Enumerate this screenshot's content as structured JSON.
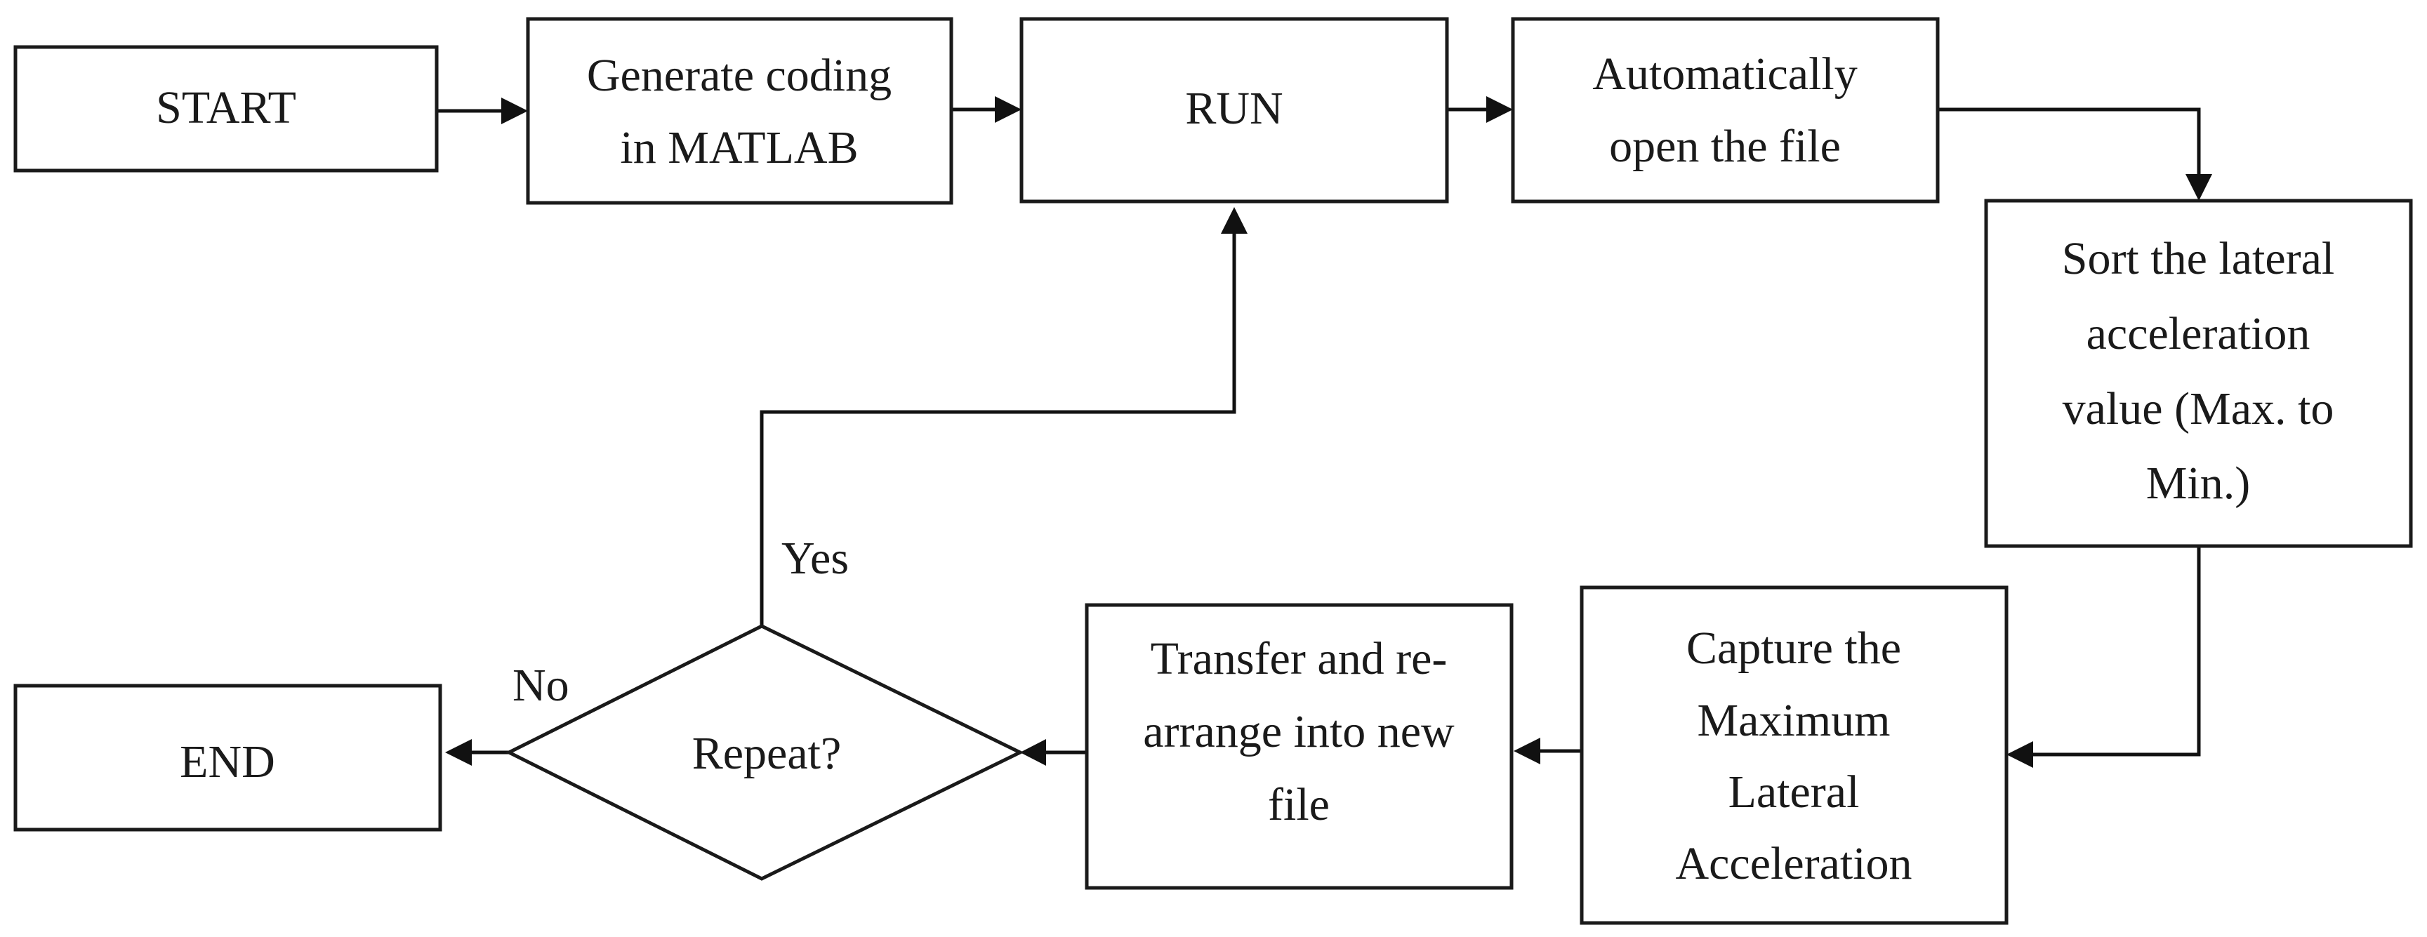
{
  "flowchart": {
    "nodes": {
      "start": {
        "shape": "rectangle",
        "lines": [
          "START"
        ]
      },
      "generate": {
        "shape": "rectangle",
        "lines": [
          "Generate coding",
          "in MATLAB"
        ]
      },
      "run": {
        "shape": "rectangle",
        "lines": [
          "RUN"
        ]
      },
      "open": {
        "shape": "rectangle",
        "lines": [
          "Automatically",
          "open the file"
        ]
      },
      "sort": {
        "shape": "rectangle",
        "lines": [
          "Sort the lateral",
          "acceleration",
          "value (Max. to",
          "Min.)"
        ]
      },
      "capture": {
        "shape": "rectangle",
        "lines": [
          "Capture the",
          "Maximum",
          "Lateral",
          "Acceleration"
        ]
      },
      "transfer": {
        "shape": "rectangle",
        "lines": [
          "Transfer and re-",
          "arrange into new",
          "file"
        ]
      },
      "repeat": {
        "shape": "diamond",
        "lines": [
          "Repeat?"
        ]
      },
      "end": {
        "shape": "rectangle",
        "lines": [
          "END"
        ]
      }
    },
    "edges": [
      {
        "from": "start",
        "to": "generate",
        "label": ""
      },
      {
        "from": "generate",
        "to": "run",
        "label": ""
      },
      {
        "from": "run",
        "to": "open",
        "label": ""
      },
      {
        "from": "open",
        "to": "sort",
        "label": ""
      },
      {
        "from": "sort",
        "to": "capture",
        "label": ""
      },
      {
        "from": "capture",
        "to": "transfer",
        "label": ""
      },
      {
        "from": "transfer",
        "to": "repeat",
        "label": ""
      },
      {
        "from": "repeat",
        "to": "run",
        "label": "Yes"
      },
      {
        "from": "repeat",
        "to": "end",
        "label": "No"
      }
    ]
  }
}
